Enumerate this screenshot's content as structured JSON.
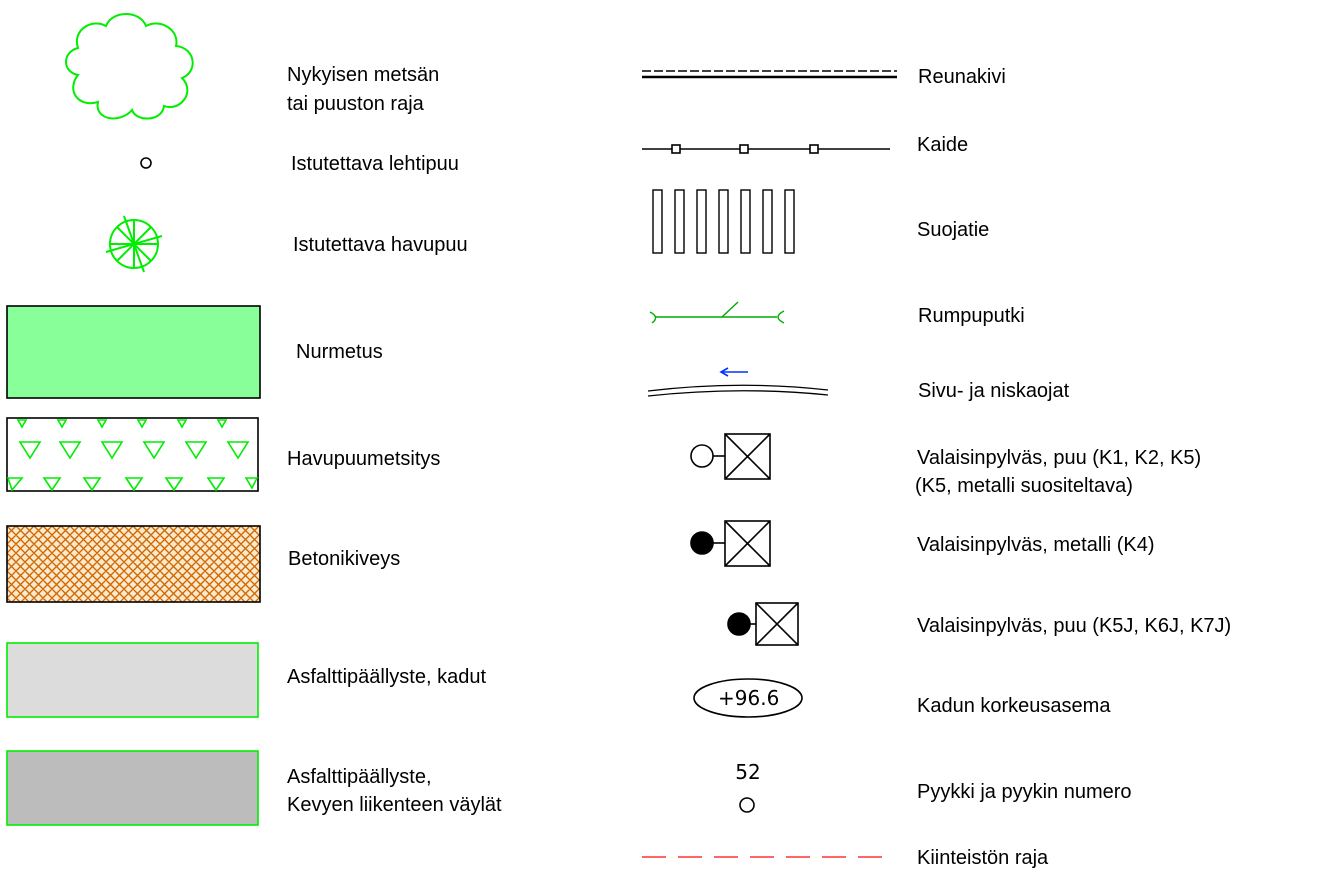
{
  "legend": {
    "left": [
      {
        "id": "forest",
        "lines": [
          "Nykyisen metsän",
          "tai puuston raja"
        ],
        "symbol": "cloud-outline",
        "color": "#00ee00"
      },
      {
        "id": "deciduous",
        "lines": [
          "Istutettava lehtipuu"
        ],
        "symbol": "small-circle",
        "color": "#000000"
      },
      {
        "id": "conifer",
        "lines": [
          "Istutettava havupuu"
        ],
        "symbol": "spoked-circle",
        "color": "#00ee00"
      },
      {
        "id": "turf",
        "lines": [
          "Nurmetus"
        ],
        "symbol": "filled-rect",
        "fill": "#88ff99",
        "stroke": "#000000"
      },
      {
        "id": "reforest",
        "lines": [
          "Havupuumetsitys"
        ],
        "symbol": "triangle-pattern",
        "pattern_color": "#00ee00"
      },
      {
        "id": "paving",
        "lines": [
          "Betonikiveys"
        ],
        "symbol": "herringbone-pattern",
        "fill": "#ffe9cc",
        "pattern_color": "#cc6600"
      },
      {
        "id": "asphalt-street",
        "lines": [
          "Asfalttipäällyste, kadut"
        ],
        "symbol": "filled-rect",
        "fill": "#dcdcdc",
        "stroke": "#00ee00"
      },
      {
        "id": "asphalt-light",
        "lines": [
          "Asfalttipäällyste,",
          "Kevyen liikenteen väylät"
        ],
        "symbol": "filled-rect",
        "fill": "#bcbcbc",
        "stroke": "#00ee00"
      }
    ],
    "right": [
      {
        "id": "curb",
        "lines": [
          "Reunakivi"
        ],
        "symbol": "double-dashed-line"
      },
      {
        "id": "railing",
        "lines": [
          "Kaide"
        ],
        "symbol": "line-with-squares"
      },
      {
        "id": "crosswalk",
        "lines": [
          "Suojatie"
        ],
        "symbol": "vertical-bars",
        "count": 7
      },
      {
        "id": "culvert",
        "lines": [
          "Rumpuputki"
        ],
        "symbol": "culvert-line",
        "color": "#00aa00"
      },
      {
        "id": "ditch",
        "lines": [
          "Sivu- ja niskaojat"
        ],
        "symbol": "double-line-arrow",
        "arrow_color": "#0033ff"
      },
      {
        "id": "lamp-wood",
        "lines": [
          "Valaisinpylväs, puu (K1, K2, K5)",
          "(K5, metalli suositeltava)"
        ],
        "symbol": "open-circle-box"
      },
      {
        "id": "lamp-metal",
        "lines": [
          "Valaisinpylväs, metalli (K4)"
        ],
        "symbol": "filled-circle-box"
      },
      {
        "id": "lamp-wood-j",
        "lines": [
          "Valaisinpylväs, puu (K5J, K6J, K7J)"
        ],
        "symbol": "filled-circle-box"
      },
      {
        "id": "street-elevation",
        "lines": [
          "Kadun korkeusasema"
        ],
        "symbol": "ellipse-label",
        "symbol_text": "+96.6"
      },
      {
        "id": "survey-peg",
        "lines": [
          "Pyykki ja pyykin numero"
        ],
        "symbol": "peg-number",
        "symbol_text": "52"
      },
      {
        "id": "property-boundary",
        "lines": [
          "Kiinteistön raja"
        ],
        "symbol": "red-dashed-line",
        "color": "#ff3333"
      }
    ]
  }
}
